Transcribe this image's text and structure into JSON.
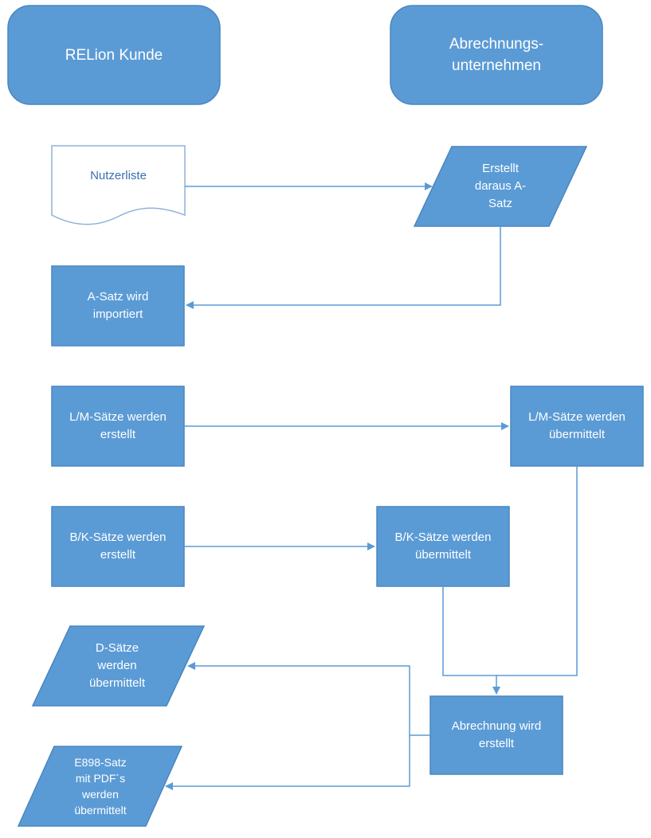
{
  "diagram": {
    "colors": {
      "fill": "#5b9bd5",
      "border": "#4a86c0",
      "arrow": "#5b9bd5",
      "document_fill": "#ffffff",
      "document_stroke": "#8fb2d9",
      "document_text": "#3a6fb0"
    },
    "lanes": {
      "left_header": "RELion Kunde",
      "right_header_lines": [
        "Abrechnungs-",
        "unternehmen"
      ]
    },
    "nodes": {
      "nutzerliste": "Nutzerliste",
      "erstellt_a_satz_lines": [
        "Erstellt",
        "daraus A-",
        "Satz"
      ],
      "a_satz_import_lines": [
        "A-Satz wird",
        "importiert"
      ],
      "lm_erstellt_lines": [
        "L/M-Sätze werden",
        "erstellt"
      ],
      "lm_uebermittelt_lines": [
        "L/M-Sätze werden",
        "übermittelt"
      ],
      "bk_erstellt_lines": [
        "B/K-Sätze werden",
        "erstellt"
      ],
      "bk_uebermittelt_lines": [
        "B/K-Sätze werden",
        "übermittelt"
      ],
      "d_saetze_lines": [
        "D-Sätze",
        "werden",
        "übermittelt"
      ],
      "abrechnung_lines": [
        "Abrechnung wird",
        "erstellt"
      ],
      "e898_lines": [
        "E898-Satz",
        "mit PDF´s",
        "werden",
        "übermittelt"
      ]
    }
  }
}
